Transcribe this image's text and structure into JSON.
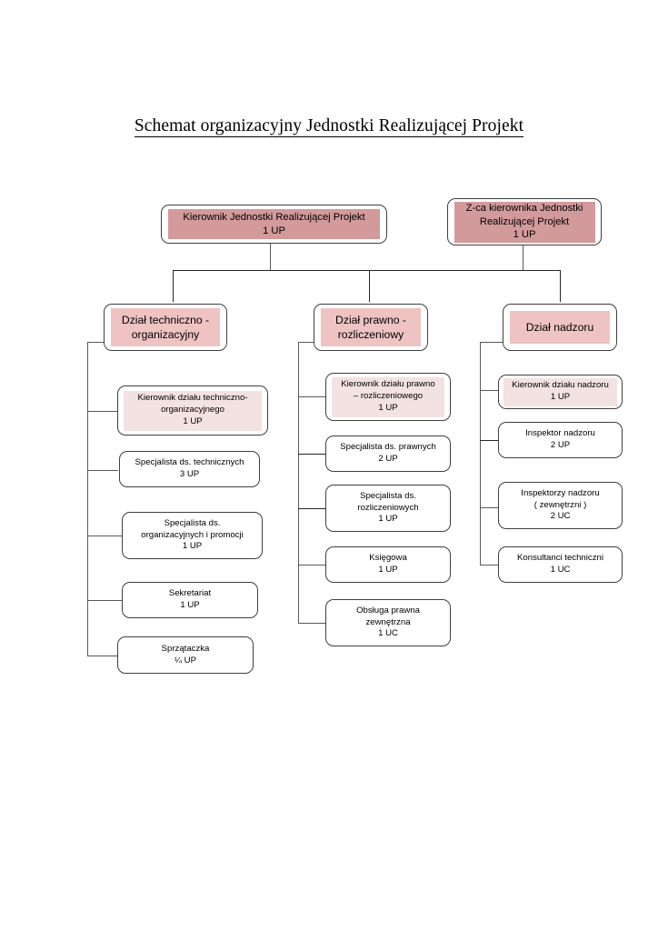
{
  "title": "Schemat organizacyjny Jednostki Realizującej Projekt",
  "colors": {
    "level1_fill": "#d29a9b",
    "level2_fill": "#eec3c2",
    "level3_fill": "#f2e2e1",
    "box_border": "#3f3f3f",
    "connector": "#595959",
    "text": "#000000",
    "page_background": "#ffffff"
  },
  "chart_data": {
    "type": "diagram",
    "diagram_kind": "organizational-chart",
    "title": "Schemat organizacyjny Jednostki Realizującej Projekt",
    "top": [
      {
        "id": "kierownik-jrp",
        "lines": [
          "Kierownik Jednostki Realizującej Projekt",
          "1 UP"
        ],
        "role": "Kierownik Jednostki Realizującej Projekt",
        "count": "1 UP",
        "tint": "level1"
      },
      {
        "id": "zca-kierownika-jrp",
        "lines": [
          "Z-ca kierownika Jednostki",
          "Realizującej Projekt",
          "1 UP"
        ],
        "role": "Z-ca kierownika Jednostki Realizującej Projekt",
        "count": "1 UP",
        "tint": "level1"
      }
    ],
    "departments": [
      {
        "id": "dzial-techniczno-organizacyjny",
        "lines": [
          "Dział techniczno -",
          "organizacyjny"
        ],
        "name": "Dział techniczno - organizacyjny",
        "tint": "level2",
        "children": [
          {
            "id": "kierownik-dzialu-techniczno-organizacyjnego",
            "lines": [
              "Kierownik działu techniczno-",
              "organizacyjnego",
              "1 UP"
            ],
            "role": "Kierownik działu techniczno-organizacyjnego",
            "count": "1 UP",
            "tint": "level3"
          },
          {
            "id": "specjalista-ds-technicznych",
            "lines": [
              "Specjalista ds. technicznych",
              "3 UP"
            ],
            "role": "Specjalista ds. technicznych",
            "count": "3 UP",
            "tint": "none"
          },
          {
            "id": "specjalista-ds-organizacyjnych-i-promocji",
            "lines": [
              "Specjalista ds.",
              "organizacyjnych i promocji",
              "1 UP"
            ],
            "role": "Specjalista ds. organizacyjnych i promocji",
            "count": "1 UP",
            "tint": "none"
          },
          {
            "id": "sekretariat",
            "lines": [
              "Sekretariat",
              "1 UP"
            ],
            "role": "Sekretariat",
            "count": "1 UP",
            "tint": "none"
          },
          {
            "id": "sprzataczka",
            "lines": [
              "Sprzątaczka",
              "¼ UP"
            ],
            "role": "Sprzątaczka",
            "count": "¼ UP",
            "tint": "none"
          }
        ]
      },
      {
        "id": "dzial-prawno-rozliczeniowy",
        "lines": [
          "Dział prawno -",
          "rozliczeniowy"
        ],
        "name": "Dział prawno - rozliczeniowy",
        "tint": "level2",
        "children": [
          {
            "id": "kierownik-dzialu-prawno-rozliczeniowego",
            "lines": [
              "Kierownik działu prawno",
              "– rozliczeniowego",
              "1 UP"
            ],
            "role": "Kierownik działu prawno – rozliczeniowego",
            "count": "1 UP",
            "tint": "level3"
          },
          {
            "id": "specjalista-ds-prawnych",
            "lines": [
              "Specjalista ds. prawnych",
              "2 UP"
            ],
            "role": "Specjalista ds. prawnych",
            "count": "2 UP",
            "tint": "none"
          },
          {
            "id": "specjalista-ds-rozliczeniowych",
            "lines": [
              "Specjalista ds.",
              "rozliczeniowych",
              "1 UP"
            ],
            "role": "Specjalista ds. rozliczeniowych",
            "count": "1 UP",
            "tint": "none"
          },
          {
            "id": "ksiegowa",
            "lines": [
              "Księgowa",
              "1 UP"
            ],
            "role": "Księgowa",
            "count": "1 UP",
            "tint": "none"
          },
          {
            "id": "obsluga-prawna-zewnetrzna",
            "lines": [
              "Obsługa prawna",
              "zewnętrzna",
              "1 UC"
            ],
            "role": "Obsługa prawna zewnętrzna",
            "count": "1 UC",
            "tint": "none"
          }
        ]
      },
      {
        "id": "dzial-nadzoru",
        "lines": [
          "Dział nadzoru"
        ],
        "name": "Dział nadzoru",
        "tint": "level2",
        "children": [
          {
            "id": "kierownik-dzialu-nadzoru",
            "lines": [
              "Kierownik działu nadzoru",
              "1 UP"
            ],
            "role": "Kierownik działu nadzoru",
            "count": "1 UP",
            "tint": "level3"
          },
          {
            "id": "inspektor-nadzoru",
            "lines": [
              "Inspektor nadzoru",
              "2 UP"
            ],
            "role": "Inspektor nadzoru",
            "count": "2 UP",
            "tint": "none"
          },
          {
            "id": "inspektorzy-nadzoru-zewnetrzni",
            "lines": [
              "Inspektorzy nadzoru",
              "( zewnętrzni )",
              "2 UC"
            ],
            "role": "Inspektorzy nadzoru ( zewnętrzni )",
            "count": "2 UC",
            "tint": "none"
          },
          {
            "id": "konsultanci-techniczni",
            "lines": [
              "Konsultanci techniczni",
              "1 UC"
            ],
            "role": "Konsultanci techniczni",
            "count": "1 UC",
            "tint": "none"
          }
        ]
      }
    ]
  }
}
